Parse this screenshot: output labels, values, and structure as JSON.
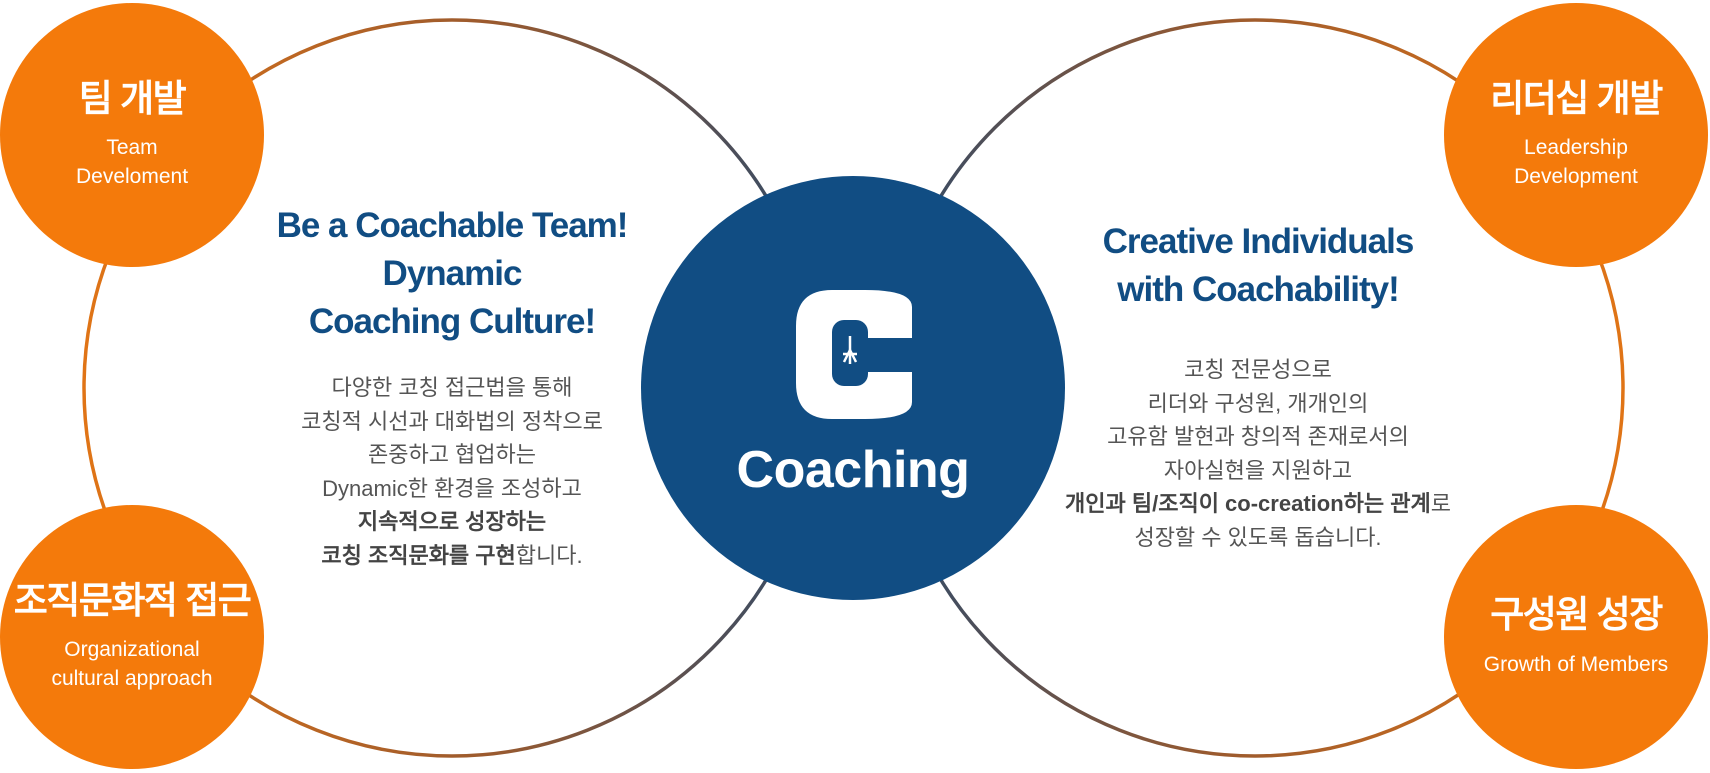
{
  "center": {
    "label": "Coaching",
    "logo_icon": "coaching-c-logo"
  },
  "badges": {
    "team_dev": {
      "ko": "팀 개발",
      "en": "Team\nDeveloment"
    },
    "org_culture": {
      "ko": "조직문화적 접근",
      "en": "Organizational\ncultural approach"
    },
    "leadership": {
      "ko": "리더십 개발",
      "en": "Leadership\nDevelopment"
    },
    "member_growth": {
      "ko": "구성원 성장",
      "en": "Growth of Members"
    }
  },
  "left_panel": {
    "title": "Be a Coachable Team!\nDynamic\nCoaching Culture!",
    "lines": [
      "다양한 코칭 접근법을 통해",
      "코칭적 시선과 대화법의 정착으로",
      "존중하고 협업하는",
      "Dynamic한 환경을 조성하고",
      "지속적으로 성장하는"
    ],
    "last_bold": "코칭 조직문화를 구현",
    "last_tail": "합니다."
  },
  "right_panel": {
    "title": "Creative Individuals\nwith Coachability!",
    "lines": [
      "코칭 전문성으로",
      "리더와 구성원, 개개인의",
      "고유함 발현과 창의적 존재로서의",
      "자아실현을 지원하고"
    ],
    "bold_line": "개인과 팀/조직이 co-creation하는 관계",
    "bold_tail": "로",
    "last_line": "성장할 수 있도록 돕습니다."
  },
  "colors": {
    "orange": "#f47a0b",
    "navy": "#114d83",
    "ring_start": "#b5652a",
    "ring_end": "#2f4a69",
    "body_text": "#555555"
  }
}
